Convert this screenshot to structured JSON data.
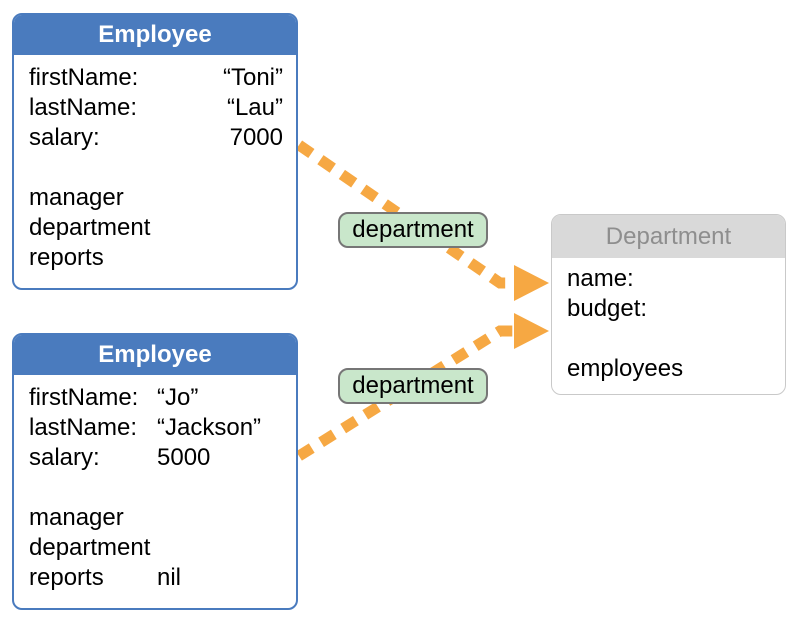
{
  "employee1": {
    "title": "Employee",
    "fields": [
      {
        "label": "firstName:",
        "value": "“Toni”"
      },
      {
        "label": "lastName:",
        "value": "“Lau”"
      },
      {
        "label": "salary:",
        "value": "7000"
      }
    ],
    "relations": [
      {
        "label": "manager",
        "value": ""
      },
      {
        "label": "department",
        "value": ""
      },
      {
        "label": "reports",
        "value": ""
      }
    ]
  },
  "employee2": {
    "title": "Employee",
    "fields": [
      {
        "label": "firstName:",
        "value": "“Jo”"
      },
      {
        "label": "lastName:",
        "value": "“Jackson”"
      },
      {
        "label": "salary:",
        "value": "5000"
      }
    ],
    "relations": [
      {
        "label": "manager",
        "value": ""
      },
      {
        "label": "department",
        "value": ""
      },
      {
        "label": "reports",
        "value": "nil"
      }
    ]
  },
  "department": {
    "title": "Department",
    "fields": [
      {
        "label": "name:"
      },
      {
        "label": "budget:"
      }
    ],
    "relations": [
      {
        "label": "employees"
      }
    ]
  },
  "edges": [
    {
      "label": "department"
    },
    {
      "label": "department"
    }
  ],
  "colors": {
    "employee_header": "#4A7BBE",
    "employee_border": "#4A7BBE",
    "department_header_bg": "#D9D9D9",
    "department_title_text": "#8E8E8E",
    "department_border": "#C9C9C9",
    "edge_label_bg": "#C9E7CB",
    "edge_label_border": "#767676",
    "arrow": "#F6A843",
    "text": "#000000",
    "background": "#FFFFFF"
  }
}
